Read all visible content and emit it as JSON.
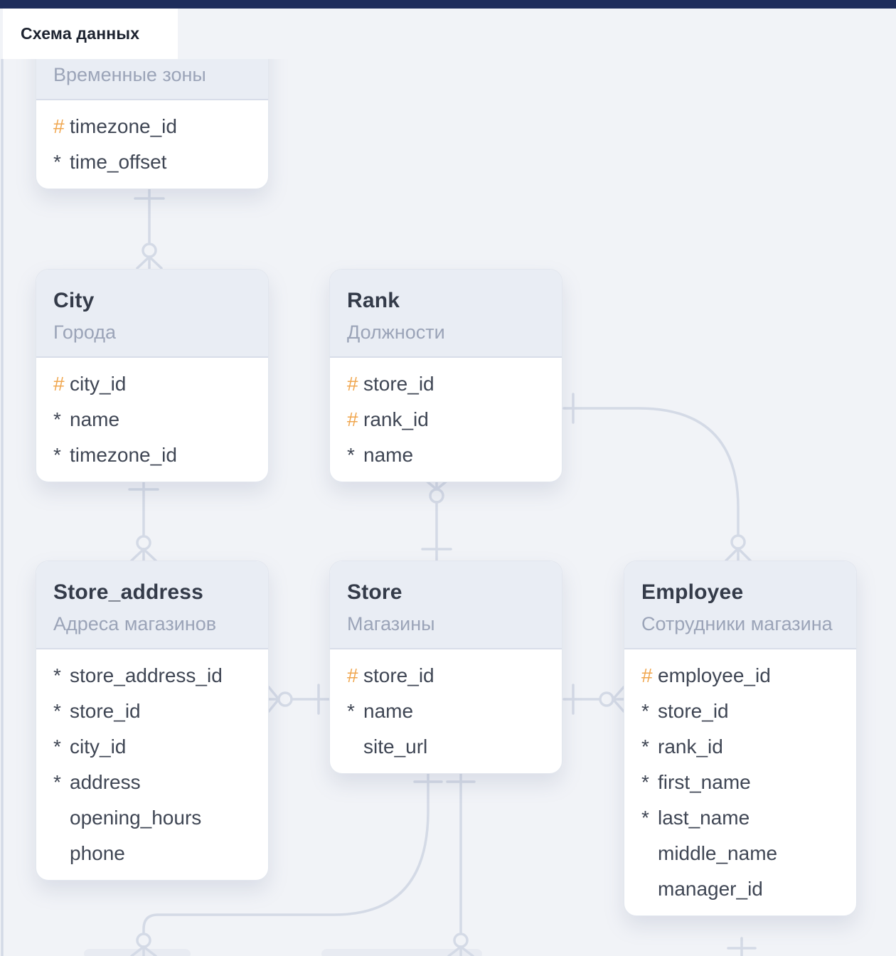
{
  "tab": {
    "label": "Схема данных"
  },
  "colors": {
    "topbar": "#1e2d5b",
    "background": "#f1f3f7",
    "card_header": "#e9edf4",
    "primary_key_accent": "#f0a64e",
    "connector_line": "#d4dae6",
    "title_text": "#343b49",
    "subtitle_text": "#9ba4b8",
    "field_text": "#3f4654"
  },
  "tables": [
    {
      "name": "timezone",
      "title": "",
      "subtitle": "Временные зоны",
      "fields": [
        {
          "prefix": "#",
          "name": "timezone_id"
        },
        {
          "prefix": "*",
          "name": "time_offset"
        }
      ]
    },
    {
      "name": "city",
      "title": "City",
      "subtitle": "Города",
      "fields": [
        {
          "prefix": "#",
          "name": "city_id"
        },
        {
          "prefix": "*",
          "name": "name"
        },
        {
          "prefix": "*",
          "name": "timezone_id"
        }
      ]
    },
    {
      "name": "rank",
      "title": "Rank",
      "subtitle": "Должности",
      "fields": [
        {
          "prefix": "#",
          "name": "store_id"
        },
        {
          "prefix": "#",
          "name": "rank_id"
        },
        {
          "prefix": "*",
          "name": "name"
        }
      ]
    },
    {
      "name": "store_address",
      "title": "Store_address",
      "subtitle": "Адреса магазинов",
      "fields": [
        {
          "prefix": "*",
          "name": "store_address_id"
        },
        {
          "prefix": "*",
          "name": "store_id"
        },
        {
          "prefix": "*",
          "name": "city_id"
        },
        {
          "prefix": "*",
          "name": "address"
        },
        {
          "prefix": "",
          "name": "opening_hours"
        },
        {
          "prefix": "",
          "name": "phone"
        }
      ]
    },
    {
      "name": "store",
      "title": "Store",
      "subtitle": "Магазины",
      "fields": [
        {
          "prefix": "#",
          "name": "store_id"
        },
        {
          "prefix": "*",
          "name": "name"
        },
        {
          "prefix": "",
          "name": "site_url"
        }
      ]
    },
    {
      "name": "employee",
      "title": "Employee",
      "subtitle": "Сотрудники магазина",
      "fields": [
        {
          "prefix": "#",
          "name": "employee_id"
        },
        {
          "prefix": "*",
          "name": "store_id"
        },
        {
          "prefix": "*",
          "name": "rank_id"
        },
        {
          "prefix": "*",
          "name": "first_name"
        },
        {
          "prefix": "*",
          "name": "last_name"
        },
        {
          "prefix": "",
          "name": "middle_name"
        },
        {
          "prefix": "",
          "name": "manager_id"
        }
      ]
    }
  ],
  "relationships": [
    {
      "one_end": "timezone",
      "many_end": "city",
      "many_style": "zero-or-many"
    },
    {
      "one_end": "city",
      "many_end": "store_address",
      "many_style": "zero-or-many"
    },
    {
      "one_end": "store",
      "many_end": "rank",
      "many_style": "zero-or-many"
    },
    {
      "one_end": "rank",
      "many_end": "employee",
      "many_style": "zero-or-many"
    },
    {
      "one_end": "store",
      "many_end": "store_address",
      "many_style": "zero-or-many"
    },
    {
      "one_end": "store",
      "many_end": "employee",
      "many_style": "zero-or-many"
    },
    {
      "one_end": "store",
      "many_end": "offscreen-table-bottom-left",
      "many_style": "zero-or-many"
    },
    {
      "one_end": "store",
      "many_end": "offscreen-table-bottom-center",
      "many_style": "zero-or-many"
    },
    {
      "one_end": "employee",
      "many_end": "offscreen-table-bottom-right",
      "many_style": "one"
    }
  ]
}
